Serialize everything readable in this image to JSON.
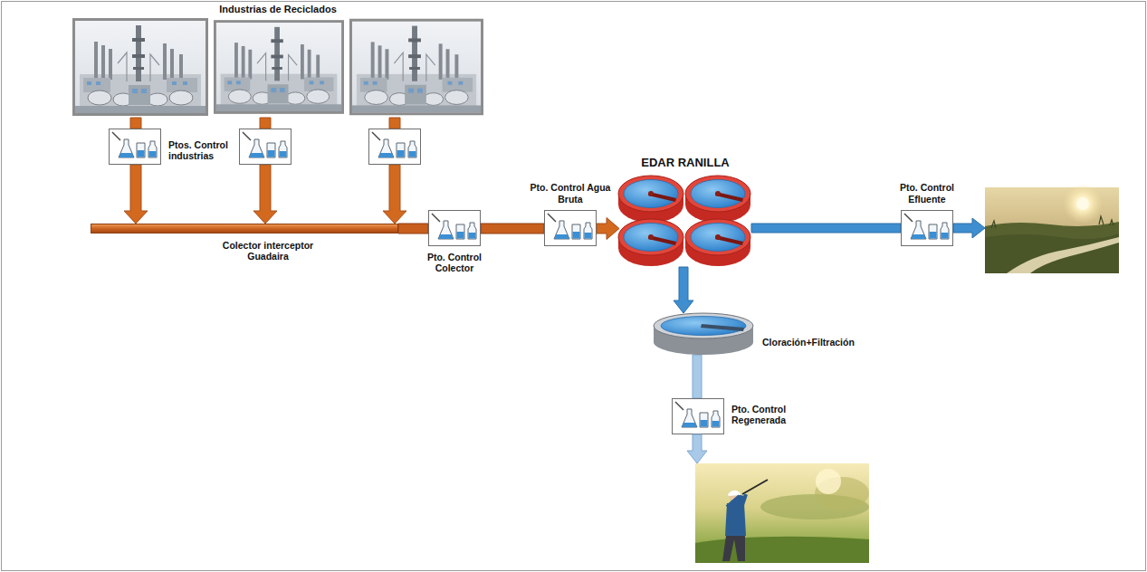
{
  "diagram": {
    "nodes": [
      {
        "text": [
          "Industrias de Reciclados"
        ]
      },
      {
        "text": [
          "Ptos. Control industrias"
        ]
      },
      {
        "text": [
          "Colector interceptor Guadaira"
        ]
      },
      {
        "text": [
          "Pto. Control Colector"
        ]
      },
      {
        "text": [
          "Pto. Control Agua Bruta"
        ]
      },
      {
        "text": [
          "EDAR RANILLA"
        ]
      },
      {
        "text": [
          "Pto. Control Efluente"
        ]
      },
      {
        "text": [
          "Cloración+Filtración"
        ]
      },
      {
        "text": [
          "Pto. Control Regenerada"
        ]
      }
    ],
    "edges": [
      {
        "from": 0,
        "to": 1,
        "arrow": "none"
      },
      {
        "from": 1,
        "to": 2,
        "arrow": "to"
      },
      {
        "from": 2,
        "to": 3,
        "arrow": "none"
      },
      {
        "from": 3,
        "to": 4,
        "arrow": "none"
      },
      {
        "from": 4,
        "to": 5,
        "arrow": "to"
      },
      {
        "from": 5,
        "to": 6,
        "arrow": "none"
      },
      {
        "from": 5,
        "to": 7,
        "arrow": "to"
      },
      {
        "from": 7,
        "to": 8,
        "arrow": "none"
      }
    ]
  }
}
